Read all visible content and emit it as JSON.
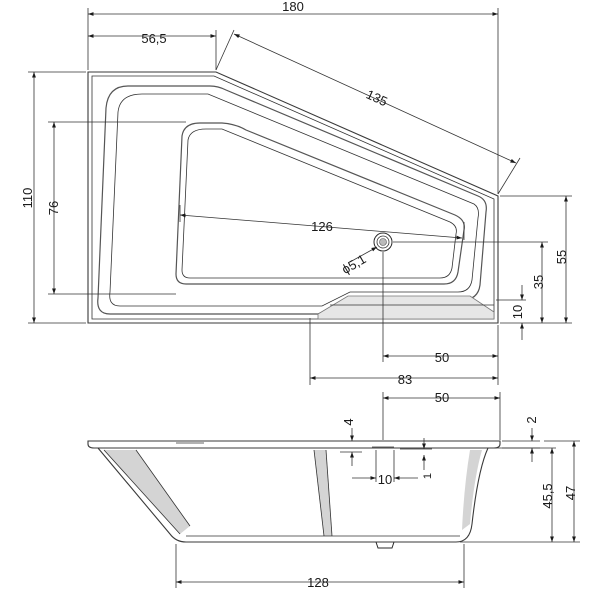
{
  "top_view": {
    "dims": {
      "overall_width": "180",
      "front_left_width": "56,5",
      "angled_edge": "135",
      "overall_depth": "110",
      "inner_depth": "76",
      "inner_length": "126",
      "drain_diameter": "ϕ5,1",
      "right_depth": "55",
      "drain_from_front": "35",
      "front_offset": "10",
      "drain_from_right": "50",
      "front_right_width": "83"
    }
  },
  "side_view": {
    "dims": {
      "drain_from_right": "50",
      "rim_step": "4",
      "rim_thickness": "2",
      "drain_width": "10",
      "drain_offset": "1",
      "inner_height": "45,5",
      "overall_height": "47",
      "bottom_length": "128"
    }
  }
}
